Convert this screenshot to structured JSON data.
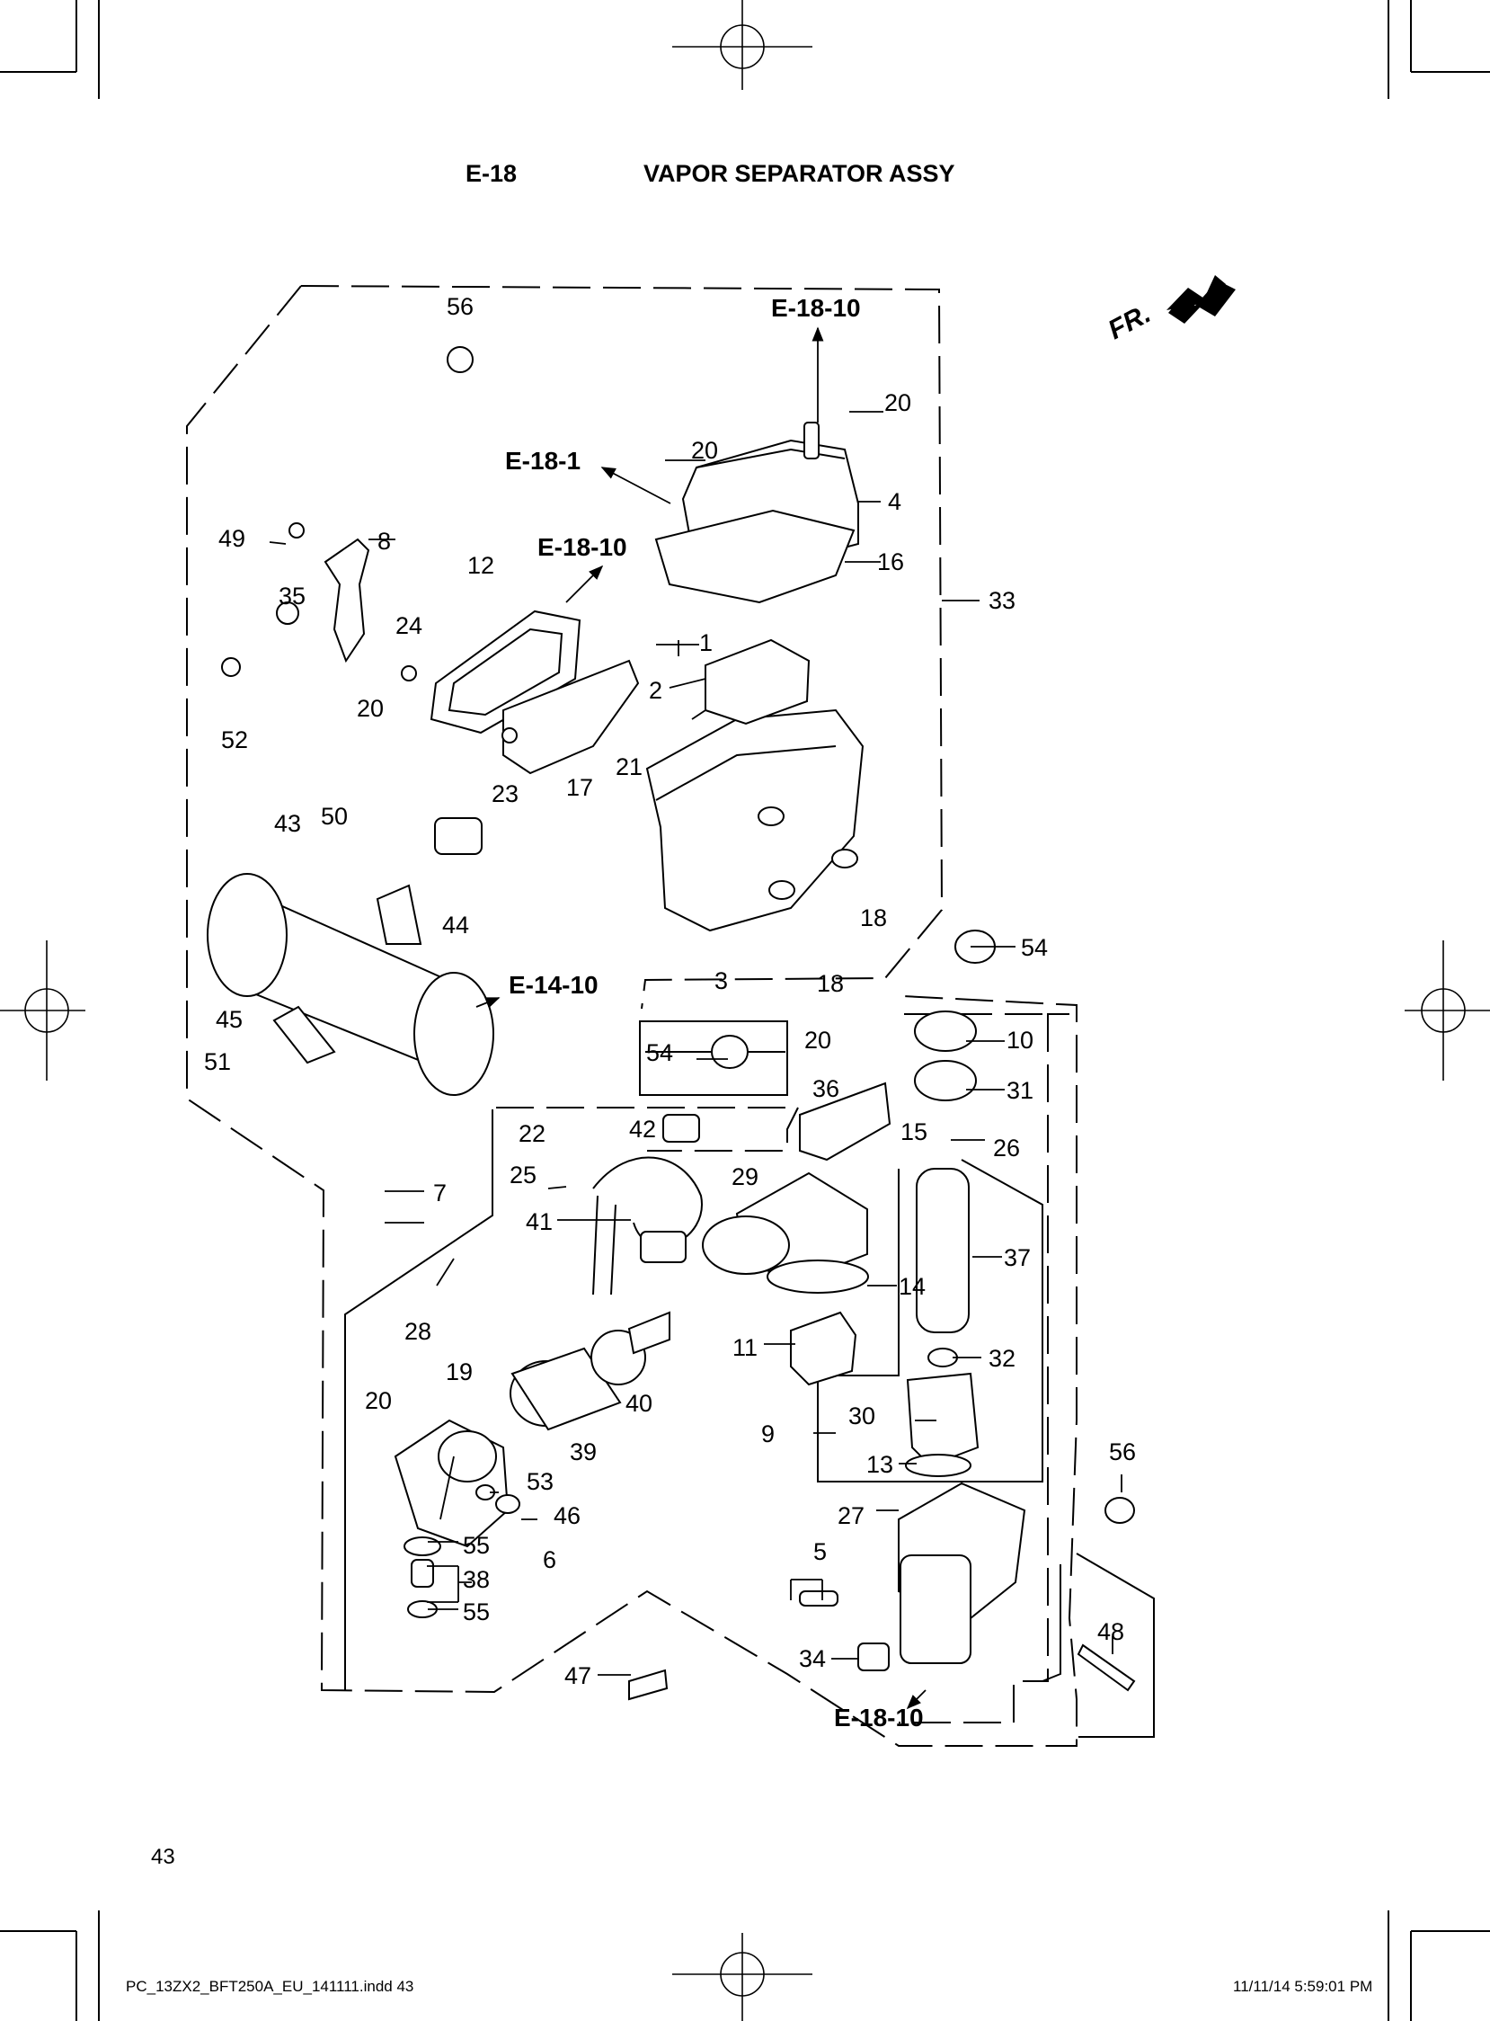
{
  "header": {
    "section": "E-18",
    "title": "VAPOR SEPARATOR ASSY"
  },
  "front_marker": "FR.",
  "page_number": "43",
  "slug": {
    "file": "PC_13ZX2_BFT250A_EU_141111.indd   43",
    "datetime": "11/11/14   5:59:01 PM"
  },
  "references": {
    "e18_10_top": "E-18-10",
    "e18_1": "E-18-1",
    "e18_10_mid": "E-18-10",
    "e14_10": "E-14-10",
    "e18_10_bottom": "E-18-10"
  },
  "callouts": {
    "c56a": "56",
    "c20a": "20",
    "c20b": "20",
    "c4": "4",
    "c16": "16",
    "c49": "49",
    "c8": "8",
    "c12": "12",
    "c33": "33",
    "c35": "35",
    "c24": "24",
    "c1": "1",
    "c2": "2",
    "c52": "52",
    "c20c": "20",
    "c21": "21",
    "c23": "23",
    "c17": "17",
    "c43": "43",
    "c50": "50",
    "c44": "44",
    "c18a": "18",
    "c18b": "18",
    "c3": "3",
    "c54a": "54",
    "c45": "45",
    "c51": "51",
    "c54b": "54",
    "c20d": "20",
    "c10": "10",
    "c36": "36",
    "c31": "31",
    "c22": "22",
    "c42": "42",
    "c15": "15",
    "c26": "26",
    "c25": "25",
    "c29": "29",
    "c7": "7",
    "c41": "41",
    "c37": "37",
    "c14": "14",
    "c28": "28",
    "c19": "19",
    "c11": "11",
    "c32": "32",
    "c40": "40",
    "c20e": "20",
    "c30": "30",
    "c9": "9",
    "c39": "39",
    "c56b": "56",
    "c13": "13",
    "c53": "53",
    "c46": "46",
    "c27": "27",
    "c55a": "55",
    "c6": "6",
    "c5": "5",
    "c38": "38",
    "c55b": "55",
    "c48": "48",
    "c34": "34",
    "c47": "47"
  }
}
